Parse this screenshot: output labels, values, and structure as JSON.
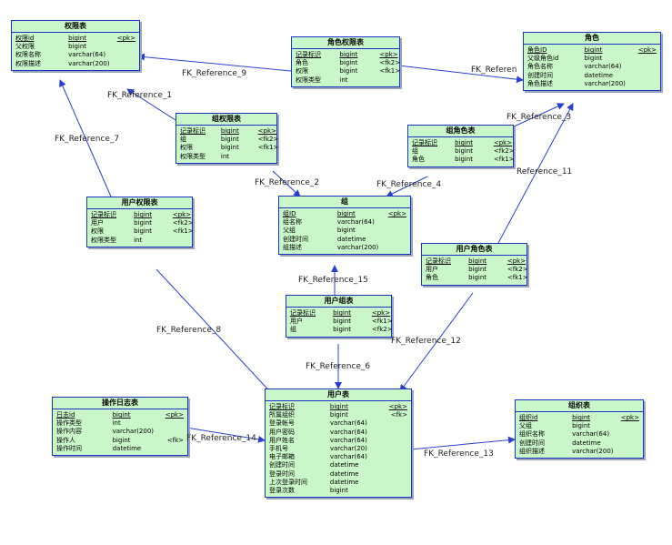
{
  "tables": [
    {
      "id": "quanxian",
      "title": "权限表",
      "rows": [
        {
          "n": "权限id",
          "t": "bigint",
          "k": "<pk>",
          "pk": true
        },
        {
          "n": "父权限",
          "t": "bigint",
          "k": ""
        },
        {
          "n": "权限名称",
          "t": "varchar(64)",
          "k": ""
        },
        {
          "n": "权限描述",
          "t": "varchar(200)",
          "k": ""
        }
      ]
    },
    {
      "id": "jueseqx",
      "title": "角色权限表",
      "rows": [
        {
          "n": "记录标识",
          "t": "bigint",
          "k": "<pk>",
          "pk": true
        },
        {
          "n": "角色",
          "t": "bigint",
          "k": "<fk2>"
        },
        {
          "n": "权限",
          "t": "bigint",
          "k": "<fk1>"
        },
        {
          "n": "权限类型",
          "t": "int",
          "k": ""
        }
      ]
    },
    {
      "id": "juese",
      "title": "角色",
      "rows": [
        {
          "n": "角色ID",
          "t": "bigint",
          "k": "<pk>",
          "pk": true
        },
        {
          "n": "父级角色id",
          "t": "bigint",
          "k": ""
        },
        {
          "n": "角色名称",
          "t": "varchar(64)",
          "k": ""
        },
        {
          "n": "创建时间",
          "t": "datetime",
          "k": ""
        },
        {
          "n": "角色描述",
          "t": "varchar(200)",
          "k": ""
        }
      ]
    },
    {
      "id": "zuqx",
      "title": "组权限表",
      "rows": [
        {
          "n": "记录标识",
          "t": "bigint",
          "k": "<pk>",
          "pk": true
        },
        {
          "n": "组",
          "t": "bigint",
          "k": "<fk2>"
        },
        {
          "n": "权限",
          "t": "bigint",
          "k": "<fk1>"
        },
        {
          "n": "权限类型",
          "t": "int",
          "k": ""
        }
      ]
    },
    {
      "id": "zujs",
      "title": "组角色表",
      "rows": [
        {
          "n": "记录标识",
          "t": "bigint",
          "k": "<pk>",
          "pk": true
        },
        {
          "n": "组",
          "t": "bigint",
          "k": "<fk2>"
        },
        {
          "n": "角色",
          "t": "bigint",
          "k": "<fk1>"
        }
      ]
    },
    {
      "id": "yonghuqx",
      "title": "用户权限表",
      "rows": [
        {
          "n": "记录标识",
          "t": "bigint",
          "k": "<pk>",
          "pk": true
        },
        {
          "n": "用户",
          "t": "bigint",
          "k": "<fk2>"
        },
        {
          "n": "权限",
          "t": "bigint",
          "k": "<fk1>"
        },
        {
          "n": "权限类型",
          "t": "int",
          "k": ""
        }
      ]
    },
    {
      "id": "zu",
      "title": "组",
      "rows": [
        {
          "n": "组ID",
          "t": "bigint",
          "k": "<pk>",
          "pk": true
        },
        {
          "n": "组名称",
          "t": "varchar(64)",
          "k": ""
        },
        {
          "n": "父组",
          "t": "bigint",
          "k": ""
        },
        {
          "n": "创建时间",
          "t": "datetime",
          "k": ""
        },
        {
          "n": "组描述",
          "t": "varchar(200)",
          "k": ""
        }
      ]
    },
    {
      "id": "yonghujs",
      "title": "用户角色表",
      "rows": [
        {
          "n": "记录标识",
          "t": "bigint",
          "k": "<pk>",
          "pk": true
        },
        {
          "n": "用户",
          "t": "bigint",
          "k": "<fk2>"
        },
        {
          "n": "角色",
          "t": "bigint",
          "k": "<fk1>"
        }
      ]
    },
    {
      "id": "yonghuzu",
      "title": "用户组表",
      "rows": [
        {
          "n": "记录标识",
          "t": "bigint",
          "k": "<pk>",
          "pk": true
        },
        {
          "n": "用户",
          "t": "bigint",
          "k": "<fk1>"
        },
        {
          "n": "组",
          "t": "bigint",
          "k": "<fk2>"
        }
      ]
    },
    {
      "id": "caozuo",
      "title": "操作日志表",
      "rows": [
        {
          "n": "日志id",
          "t": "bigint",
          "k": "<pk>",
          "pk": true
        },
        {
          "n": "操作类型",
          "t": "int",
          "k": ""
        },
        {
          "n": "操作内容",
          "t": "varchar(200)",
          "k": ""
        },
        {
          "n": "操作人",
          "t": "bigint",
          "k": "<fk>"
        },
        {
          "n": "操作时间",
          "t": "datetime",
          "k": ""
        }
      ]
    },
    {
      "id": "yonghu",
      "title": "用户表",
      "rows": [
        {
          "n": "记录标识",
          "t": "bigint",
          "k": "<pk>",
          "pk": true
        },
        {
          "n": "所属组织",
          "t": "bigint",
          "k": "<fk>"
        },
        {
          "n": "登录帐号",
          "t": "varchar(64)",
          "k": ""
        },
        {
          "n": "用户密码",
          "t": "varchar(64)",
          "k": ""
        },
        {
          "n": "用户姓名",
          "t": "varchar(64)",
          "k": ""
        },
        {
          "n": "手机号",
          "t": "varchar(20)",
          "k": ""
        },
        {
          "n": "电子邮箱",
          "t": "varchar(64)",
          "k": ""
        },
        {
          "n": "创建时间",
          "t": "datetime",
          "k": ""
        },
        {
          "n": "登录时间",
          "t": "datetime",
          "k": ""
        },
        {
          "n": "上次登录时间",
          "t": "datetime",
          "k": ""
        },
        {
          "n": "登录次数",
          "t": "bigint",
          "k": ""
        }
      ]
    },
    {
      "id": "zuzhi",
      "title": "组织表",
      "rows": [
        {
          "n": "组织id",
          "t": "bigint",
          "k": "<pk>",
          "pk": true
        },
        {
          "n": "父组",
          "t": "bigint",
          "k": ""
        },
        {
          "n": "组织名称",
          "t": "varchar(64)",
          "k": ""
        },
        {
          "n": "创建时间",
          "t": "datetime",
          "k": ""
        },
        {
          "n": "组织描述",
          "t": "varchar(200)",
          "k": ""
        }
      ]
    }
  ],
  "references": [
    {
      "label": "FK_Reference_9"
    },
    {
      "label": "FK_Reference_1"
    },
    {
      "label": "FK_Reference_7"
    },
    {
      "label": "FK_Reference_2"
    },
    {
      "label": "FK_Reference_4"
    },
    {
      "label": "FK_Reference_3"
    },
    {
      "label": "Reference_11"
    },
    {
      "label": "FK_Reference_15"
    },
    {
      "label": "FK_Reference_8"
    },
    {
      "label": "FK_Reference_12"
    },
    {
      "label": "FK_Reference_6"
    },
    {
      "label": "FK_Reference_14"
    },
    {
      "label": "FK_Reference_13"
    }
  ],
  "colors": {
    "table_fill": "#c9f7c9",
    "border": "#1a33c7",
    "line": "#2a3fd0",
    "shadow": "#9aa6b8"
  }
}
